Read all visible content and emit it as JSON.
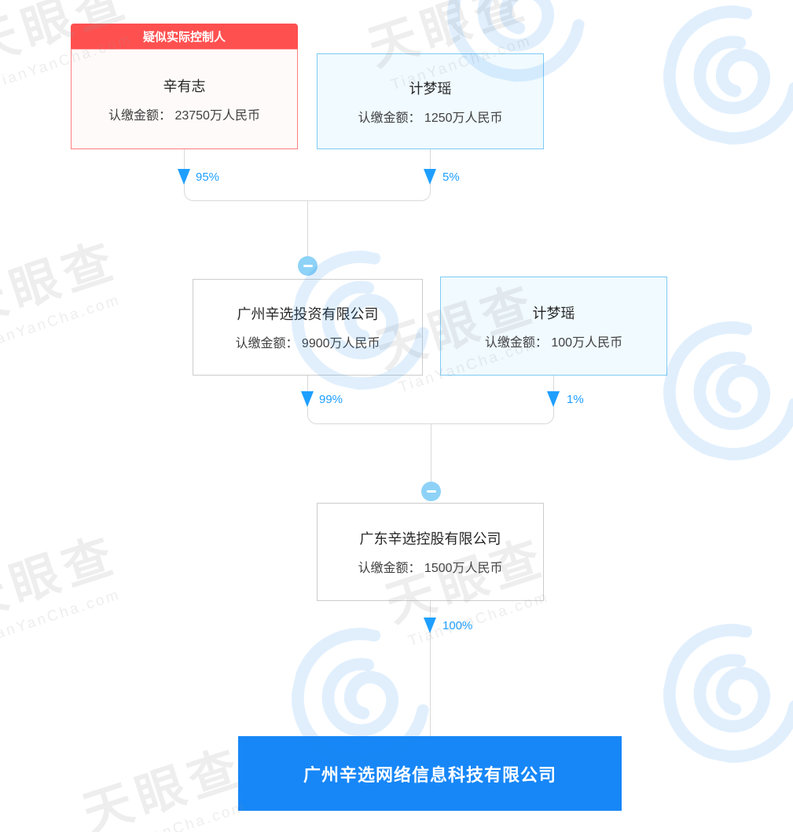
{
  "watermark": {
    "brand_cn": "天眼查",
    "brand_en": "TianYanCha.com"
  },
  "diagram": {
    "badge": "疑似实际控制人",
    "level1": [
      {
        "name": "辛有志",
        "amount": "认缴金额： 23750万人民币",
        "percent": "95%"
      },
      {
        "name": "计梦瑶",
        "amount": "认缴金额： 1250万人民币",
        "percent": "5%"
      }
    ],
    "level2": [
      {
        "name": "广州辛选投资有限公司",
        "amount": "认缴金额： 9900万人民币",
        "percent": "99%"
      },
      {
        "name": "计梦瑶",
        "amount": "认缴金额： 100万人民币",
        "percent": "1%"
      }
    ],
    "level3": [
      {
        "name": "广东辛选控股有限公司",
        "amount": "认缴金额： 1500万人民币",
        "percent": "100%"
      }
    ],
    "target": {
      "name": "广州辛选网络信息科技有限公司"
    }
  },
  "colors": {
    "accent_blue": "#1e9fff",
    "controller_red": "#ff5050",
    "node_blue_border": "#7dcbf5",
    "node_blue_bg": "#f0faff",
    "target_blue": "#1787f7",
    "line_gray": "#d9d9d9"
  }
}
